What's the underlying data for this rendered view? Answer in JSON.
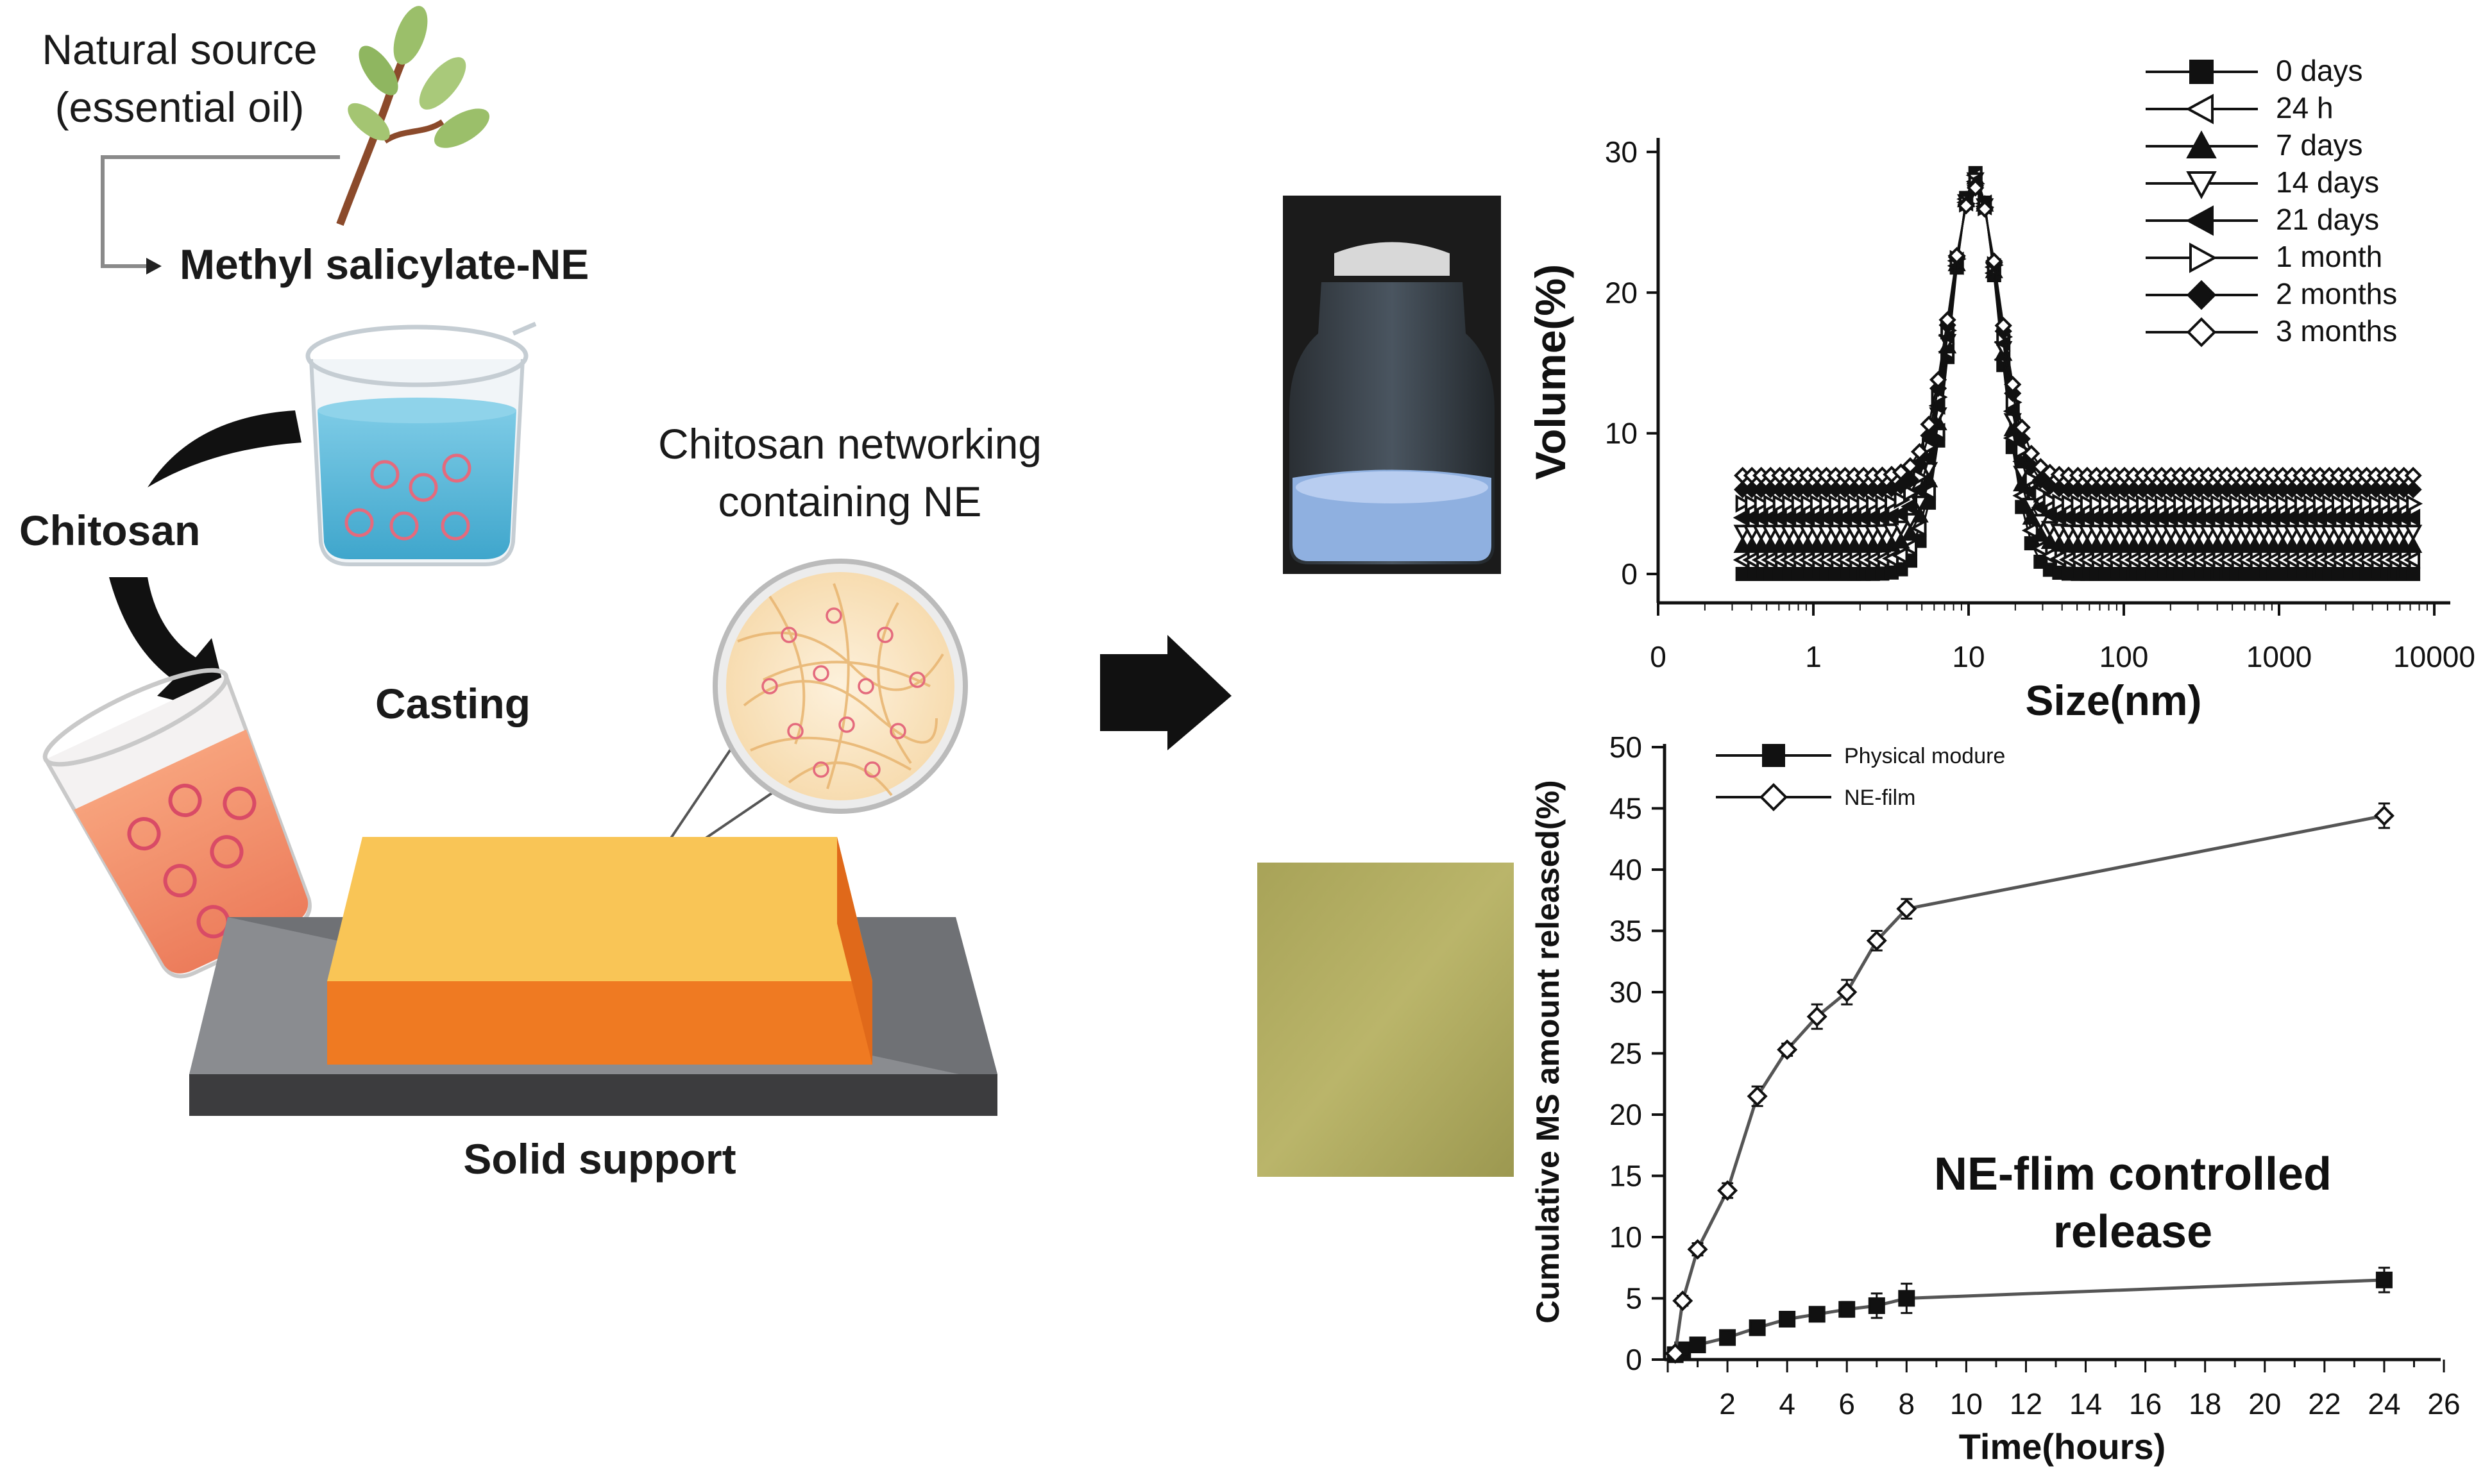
{
  "left_panel": {
    "natural_source_line1": "Natural source",
    "natural_source_line2": "(essential oil)",
    "methyl_label": "Methyl salicylate-NE",
    "chitosan_label": "Chitosan",
    "casting_label": "Casting",
    "network_line1": "Chitosan networking",
    "network_line2": "containing NE",
    "support_label": "Solid support"
  },
  "colors": {
    "film_top": "#f9c556",
    "film_front": "#ef7a22",
    "support": "#4a4a4a",
    "beaker_liquid": "#5cb8d6",
    "casting_liquid": "#f08a66"
  },
  "chart_data": [
    {
      "type": "line",
      "ylabel": "Volume(%)",
      "xlabel": "Size(nm)",
      "x_scale": "log",
      "x_tick_labels": [
        "0",
        "1",
        "10",
        "100",
        "1000",
        "10000"
      ],
      "y_ticks": [
        0,
        10,
        20,
        30
      ],
      "ylim": [
        0,
        31
      ],
      "peak": {
        "x": 11,
        "y": 28.5
      },
      "series": [
        {
          "name": "0 days",
          "marker": "filled-square",
          "baseline": 0
        },
        {
          "name": "24 h",
          "marker": "open-triangle-left",
          "baseline": 1
        },
        {
          "name": "7 days",
          "marker": "filled-triangle-up",
          "baseline": 2
        },
        {
          "name": "14 days",
          "marker": "open-triangle-down",
          "baseline": 3
        },
        {
          "name": "21 days",
          "marker": "filled-triangle-left",
          "baseline": 4
        },
        {
          "name": "1 month",
          "marker": "open-triangle-right",
          "baseline": 5
        },
        {
          "name": "2 months",
          "marker": "filled-diamond",
          "baseline": 6
        },
        {
          "name": "3 months",
          "marker": "open-diamond",
          "baseline": 7
        }
      ],
      "legend_position": "top-right"
    },
    {
      "type": "line",
      "ylabel": "Cumulative MS amount released(%)",
      "xlabel": "Time(hours)",
      "x_ticks": [
        2,
        4,
        6,
        8,
        10,
        12,
        14,
        16,
        18,
        20,
        22,
        24,
        26
      ],
      "y_ticks": [
        0,
        5,
        10,
        15,
        20,
        25,
        30,
        35,
        40,
        45,
        50
      ],
      "xlim": [
        0,
        26
      ],
      "ylim": [
        0,
        50
      ],
      "annotation_line1": "NE-flim controlled",
      "annotation_line2": "release",
      "series": [
        {
          "name": "Physical modure",
          "marker": "filled-square",
          "x": [
            0.25,
            0.5,
            1,
            2,
            3,
            4,
            5,
            6,
            7,
            8,
            24
          ],
          "y": [
            0.4,
            0.8,
            1.2,
            1.8,
            2.6,
            3.3,
            3.7,
            4.1,
            4.4,
            5.0,
            6.5
          ],
          "err": [
            0.2,
            0.2,
            0.3,
            0.4,
            0.4,
            0.5,
            0.5,
            0.6,
            1.0,
            1.2,
            1.0
          ]
        },
        {
          "name": "NE-film",
          "marker": "open-diamond",
          "x": [
            0.25,
            0.5,
            1,
            2,
            3,
            4,
            5,
            6,
            7,
            8,
            24
          ],
          "y": [
            0.5,
            4.8,
            9.0,
            13.8,
            21.5,
            25.3,
            28.0,
            30.0,
            34.2,
            36.8,
            44.4
          ],
          "err": [
            0.3,
            0.4,
            0.5,
            0.6,
            0.8,
            0.5,
            1.0,
            1.0,
            0.8,
            0.8,
            1.0
          ]
        }
      ],
      "legend_position": "top-left"
    }
  ]
}
